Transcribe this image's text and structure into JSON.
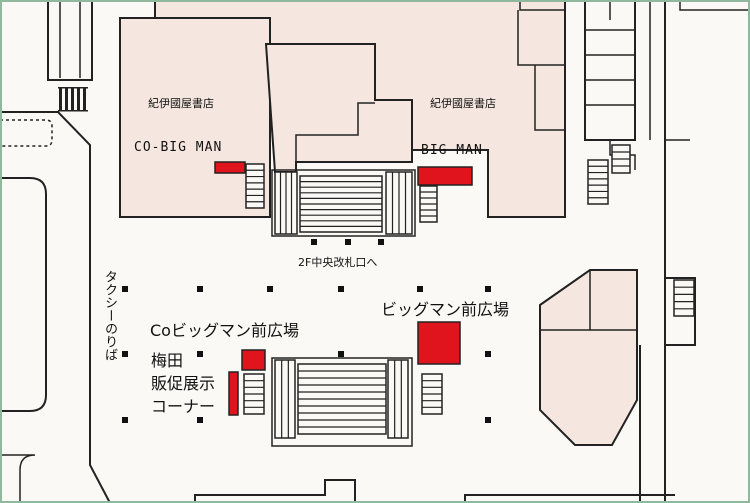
{
  "colors": {
    "background": "#fbf9f5",
    "building_fill": "#f5e7df",
    "outline": "#222222",
    "highlight_red": "#e0141c",
    "frame_green": "#8fb89c"
  },
  "labels": {
    "bookstore_left": "紀伊國屋書店",
    "bookstore_right": "紀伊國屋書店",
    "co_big_man": "CO-BIG MAN",
    "big_man": "BIG MAN",
    "central_gate": "2F中央改札口へ",
    "taxi_stand": "タクシーのりば",
    "co_plaza": "Coビッグマン前広場",
    "big_plaza": "ビッグマン前広場",
    "sales_corner": [
      "梅田",
      "販促展示",
      "コーナー"
    ]
  }
}
